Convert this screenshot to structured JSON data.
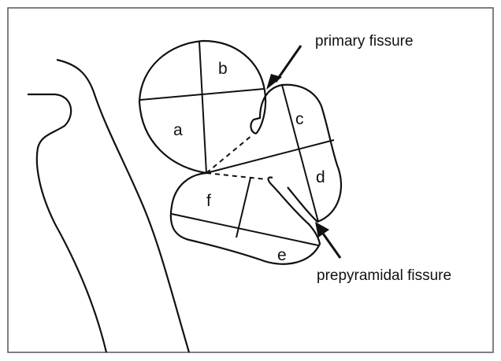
{
  "diagram": {
    "regions": {
      "a": "a",
      "b": "b",
      "c": "c",
      "d": "d",
      "e": "e",
      "f": "f"
    },
    "callouts": {
      "primary": "primary fissure",
      "prepyramidal": "prepyramidal fissure"
    },
    "colors": {
      "line": "#111111",
      "frame": "#555555",
      "background": "#ffffff"
    }
  }
}
